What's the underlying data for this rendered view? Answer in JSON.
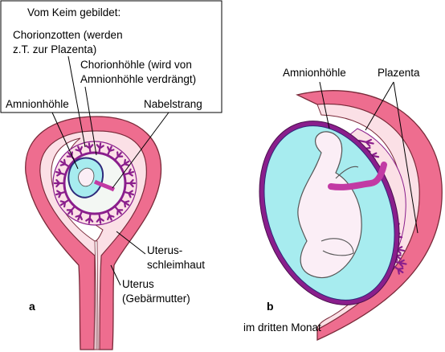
{
  "legend_box": {
    "heading": "Vom Keim gebildet:",
    "chorionzotten_line1": "Chorionzotten (werden",
    "chorionzotten_line2": "z.T. zur Plazenta)",
    "chorionhoehle_line1": "Chorionhöhle (wird von",
    "chorionhoehle_line2": "Amnionhöhle verdrängt)"
  },
  "figure_a": {
    "letter": "a",
    "amnionhoehle": "Amnionhöhle",
    "nabelstrang": "Nabelstrang",
    "schleimhaut_line1": "Uterus-",
    "schleimhaut_line2": "schleimhaut",
    "uterus_line1": "Uterus",
    "uterus_line2": "(Gebärmutter)"
  },
  "figure_b": {
    "letter": "b",
    "amnionhoehle": "Amnionhöhle",
    "plazenta": "Plazenta",
    "caption": "im dritten Monat"
  },
  "colors": {
    "uterus_wall": "#ee6d8f",
    "mucosa": "#fbe0e6",
    "chorion_purple": "#8a1e8c",
    "amnion_fluid": "#a7ecef",
    "cavity": "#f3f7f3",
    "embryo": "#fbeef6"
  }
}
